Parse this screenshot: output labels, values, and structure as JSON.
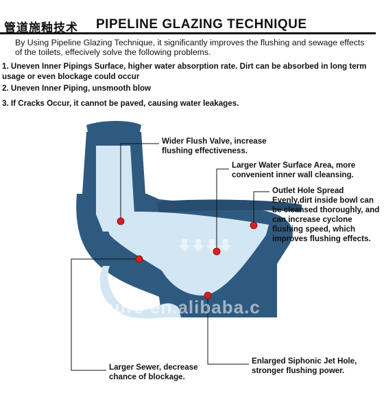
{
  "header": {
    "title_cn": "管道施釉技术",
    "title_en": "PIPELINE GLAZING TECHNIQUE"
  },
  "intro": "By Using Pipeline Glazing Technique, it significantly improves the flushing and sewage effects of the toilets, effecively solve the following problems.",
  "problems": [
    "1. Uneven Inner Pipings Surface, higher water absorption rate. Dirt can be absorbed in long term usage or even blockage could occur",
    "2. Uneven Inner Piping, unsmooth blow",
    "3. If Cracks Occur, it cannot be paved, causing water leakages."
  ],
  "callouts": {
    "flush_valve": "Wider Flush Valve, increase flushing effectiveness.",
    "water_surface": "Larger Water Surface Area, more convenient inner wall cleansing.",
    "outlet_hole": "Outlet Hole Spread Evenly,dirt inside bowl can be cleansed thoroughly, and can increase cyclone flushing speed, which improves flushing effects.",
    "sewer": "Larger Sewer, decrease chance of blockage.",
    "jet_hole": "Enlarged Siphonic Jet Hole, stronger flushing power."
  },
  "watermark": "gosure en.alibaba.c",
  "colors": {
    "body": "#2f5a80",
    "water": "#d3e6f3",
    "marker": "#d92020",
    "text": "#111111"
  }
}
